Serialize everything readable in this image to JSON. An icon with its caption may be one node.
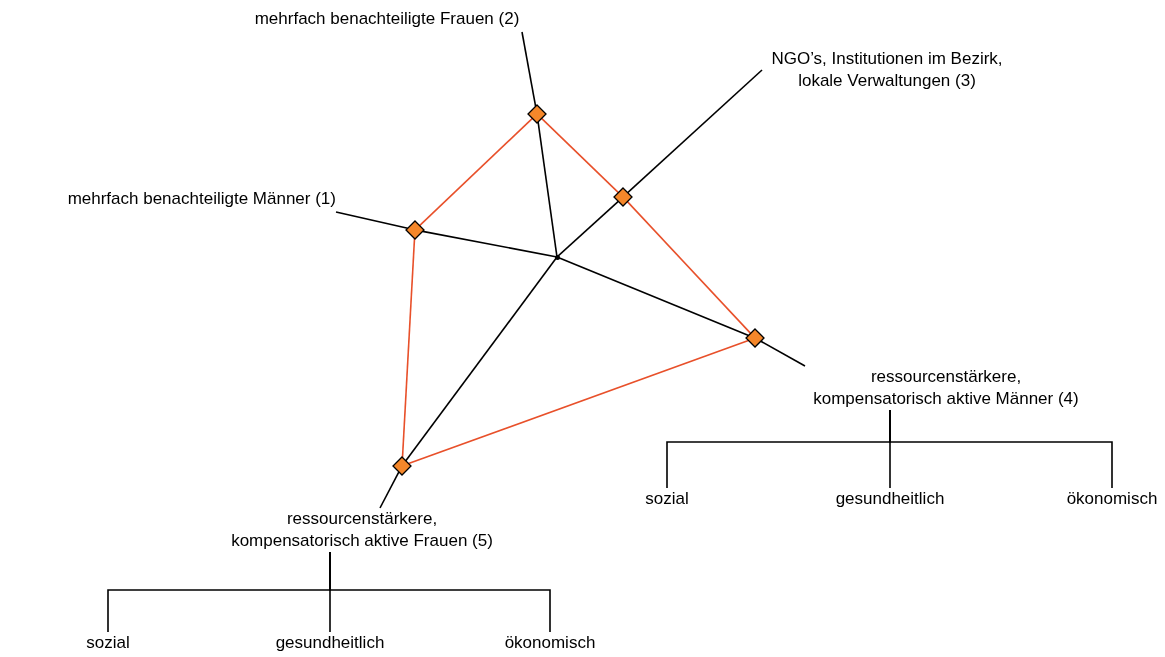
{
  "diagram": {
    "nodes": [
      {
        "text": [
          "mehrfach benachteiligte Männer (1)"
        ]
      },
      {
        "text": [
          "mehrfach benachteiligte Frauen (2)"
        ]
      },
      {
        "text": [
          "NGO’s, Institutionen im Bezirk, lokale Verwaltungen (3)"
        ]
      },
      {
        "text": [
          "ressourcenstärkere, kompensatorisch aktive Männer (4)"
        ]
      },
      {
        "text": [
          "ressourcenstärkere, kompensatorisch aktive Frauen (5)"
        ]
      },
      {
        "text": [],
        "shape": "diamond"
      },
      {
        "text": [],
        "shape": "diamond"
      },
      {
        "text": [],
        "shape": "diamond"
      },
      {
        "text": [],
        "shape": "diamond"
      },
      {
        "text": [],
        "shape": "diamond"
      },
      {
        "text": [],
        "shape": "point"
      },
      {
        "text": [
          "sozial"
        ]
      },
      {
        "text": [
          "gesundheitlich"
        ]
      },
      {
        "text": [
          "ökonomisch"
        ]
      },
      {
        "text": [
          "sozial"
        ]
      },
      {
        "text": [
          "gesundheitlich"
        ]
      },
      {
        "text": [
          "ökonomisch"
        ]
      }
    ],
    "edges": [
      {
        "from": 0,
        "to": 5,
        "arrow": "none"
      },
      {
        "from": 5,
        "to": 10,
        "arrow": "none"
      },
      {
        "from": 10,
        "to": 8,
        "arrow": "none"
      },
      {
        "from": 8,
        "to": 3,
        "arrow": "none"
      },
      {
        "from": 1,
        "to": 6,
        "arrow": "none"
      },
      {
        "from": 6,
        "to": 10,
        "arrow": "none"
      },
      {
        "from": 2,
        "to": 7,
        "arrow": "none"
      },
      {
        "from": 7,
        "to": 10,
        "arrow": "none"
      },
      {
        "from": 10,
        "to": 9,
        "arrow": "none"
      },
      {
        "from": 9,
        "to": 4,
        "arrow": "none"
      },
      {
        "from": 5,
        "to": 6,
        "arrow": "none",
        "color": "#e8502a"
      },
      {
        "from": 6,
        "to": 7,
        "arrow": "none",
        "color": "#e8502a"
      },
      {
        "from": 7,
        "to": 8,
        "arrow": "none",
        "color": "#e8502a"
      },
      {
        "from": 8,
        "to": 9,
        "arrow": "none",
        "color": "#e8502a"
      },
      {
        "from": 9,
        "to": 5,
        "arrow": "none",
        "color": "#e8502a"
      },
      {
        "from": 3,
        "to": 11,
        "arrow": "none"
      },
      {
        "from": 3,
        "to": 12,
        "arrow": "none"
      },
      {
        "from": 3,
        "to": 13,
        "arrow": "none"
      },
      {
        "from": 4,
        "to": 14,
        "arrow": "none"
      },
      {
        "from": 4,
        "to": 15,
        "arrow": "none"
      },
      {
        "from": 4,
        "to": 16,
        "arrow": "none"
      }
    ]
  }
}
